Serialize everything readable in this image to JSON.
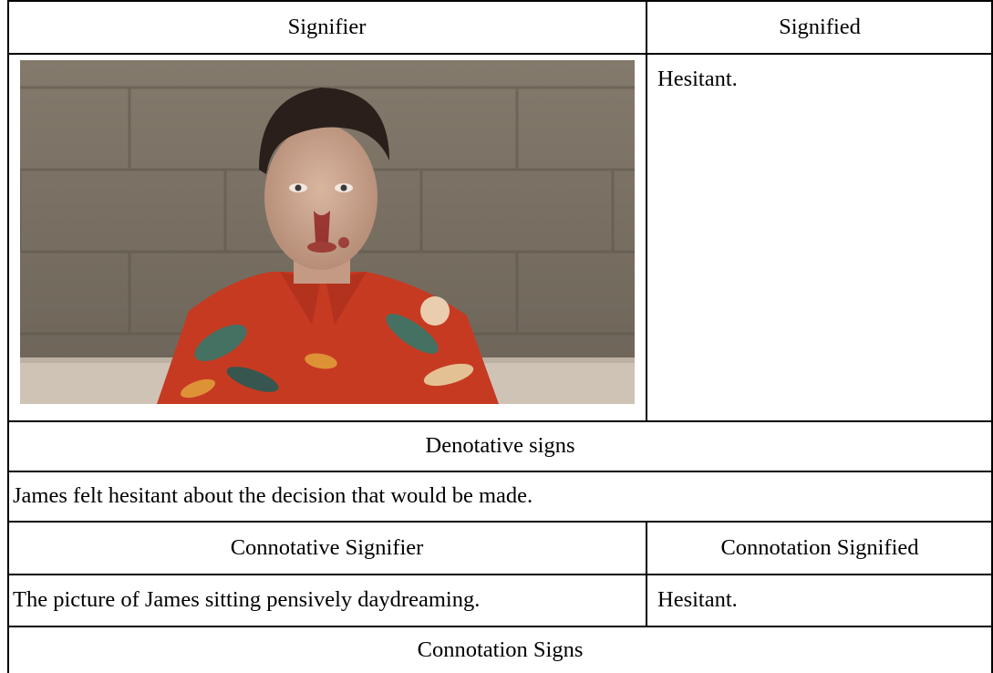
{
  "table": {
    "header": {
      "signifier": "Signifier",
      "signified": "Signified"
    },
    "row1": {
      "signified_text": "Hesitant.",
      "image_icon": "photo-of-young-man-with-bloody-nose-in-floral-shirt"
    },
    "denotative": {
      "heading": "Denotative signs",
      "text": "James felt hesitant about the decision that would be made."
    },
    "connotative": {
      "signifier_heading": "Connotative Signifier",
      "signified_heading": "Connotation Signified",
      "signifier_text": "The picture of James sitting pensively daydreaming.",
      "signified_text": "Hesitant."
    },
    "connotation_signs": {
      "heading": "Connotation Signs"
    }
  }
}
